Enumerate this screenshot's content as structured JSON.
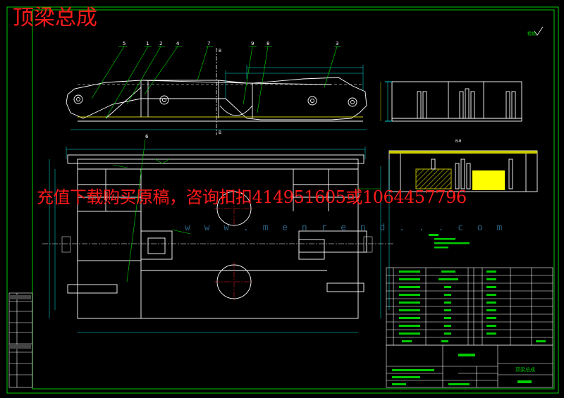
{
  "drawing": {
    "title": "顶梁总成",
    "promo_text": "充值下载购买原稿，咨询扣扣414951605或1064457796",
    "watermark": "w w w . m e n r e n d . . . c o m",
    "part_labels": [
      "5",
      "1",
      "2",
      "4",
      "7",
      "9",
      "8",
      "3",
      "6"
    ],
    "section_markers": [
      "B",
      "B"
    ],
    "title_block_name": "顶梁总成",
    "colors": {
      "background": "#000000",
      "frame": "#00cc00",
      "linework": "#ffffff",
      "dimension": "#00e5e5",
      "leader": "#00dd00",
      "overlay_text": "#ff1a1a",
      "center_line": "#ff2222",
      "highlight_fill": "#ffff00",
      "hatch": "#cccc00"
    }
  }
}
